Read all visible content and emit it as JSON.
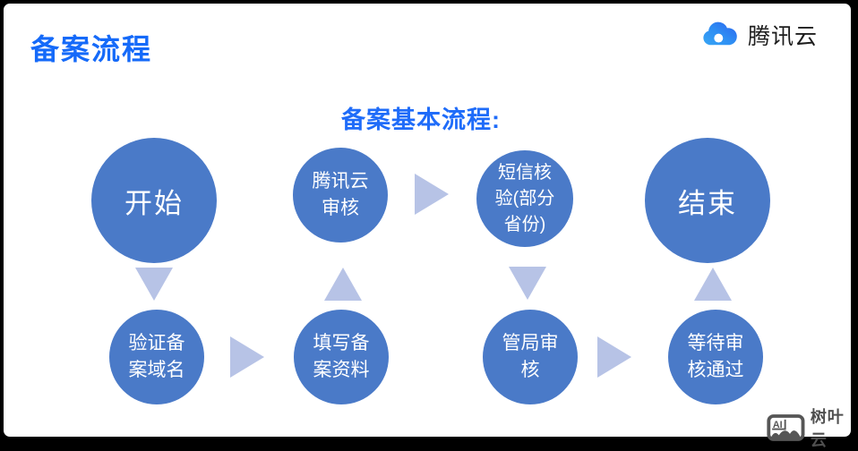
{
  "frame": {
    "title": "备案流程",
    "logo": {
      "icon": "tencent-cloud-logo-icon",
      "text": "腾讯云"
    },
    "watermark": {
      "icon": "ai-image-icon",
      "text": "树叶云"
    }
  },
  "flow": {
    "heading": "备案基本流程:",
    "nodes": {
      "start": {
        "label": "开始",
        "lines": [
          "开始"
        ]
      },
      "tencent_review": {
        "label": "腾讯云审核",
        "lines": [
          "腾讯云",
          "审核"
        ]
      },
      "sms_verify": {
        "label": "短信核验(部分省份)",
        "lines": [
          "短信核",
          "验(部分",
          "省份)"
        ]
      },
      "end": {
        "label": "结束",
        "lines": [
          "结束"
        ]
      },
      "verify_domain": {
        "label": "验证备案域名",
        "lines": [
          "验证备",
          "案域名"
        ]
      },
      "fill_info": {
        "label": "填写备案资料",
        "lines": [
          "填写备",
          "案资料"
        ]
      },
      "bureau_review": {
        "label": "管局审核",
        "lines": [
          "管局审",
          "核"
        ]
      },
      "wait_approval": {
        "label": "等待审核通过",
        "lines": [
          "等待审",
          "核通过"
        ]
      }
    },
    "sequence": [
      "开始",
      "验证备案域名",
      "填写备案资料",
      "腾讯云审核",
      "短信核验(部分省份)",
      "管局审核",
      "等待审核通过",
      "结束"
    ],
    "colors": {
      "node_fill": "#4a7ac8",
      "node_text": "#ffffff",
      "arrow": "#b7c3e6",
      "heading_text": "#1f6cf9",
      "title_text": "#156af9"
    }
  }
}
